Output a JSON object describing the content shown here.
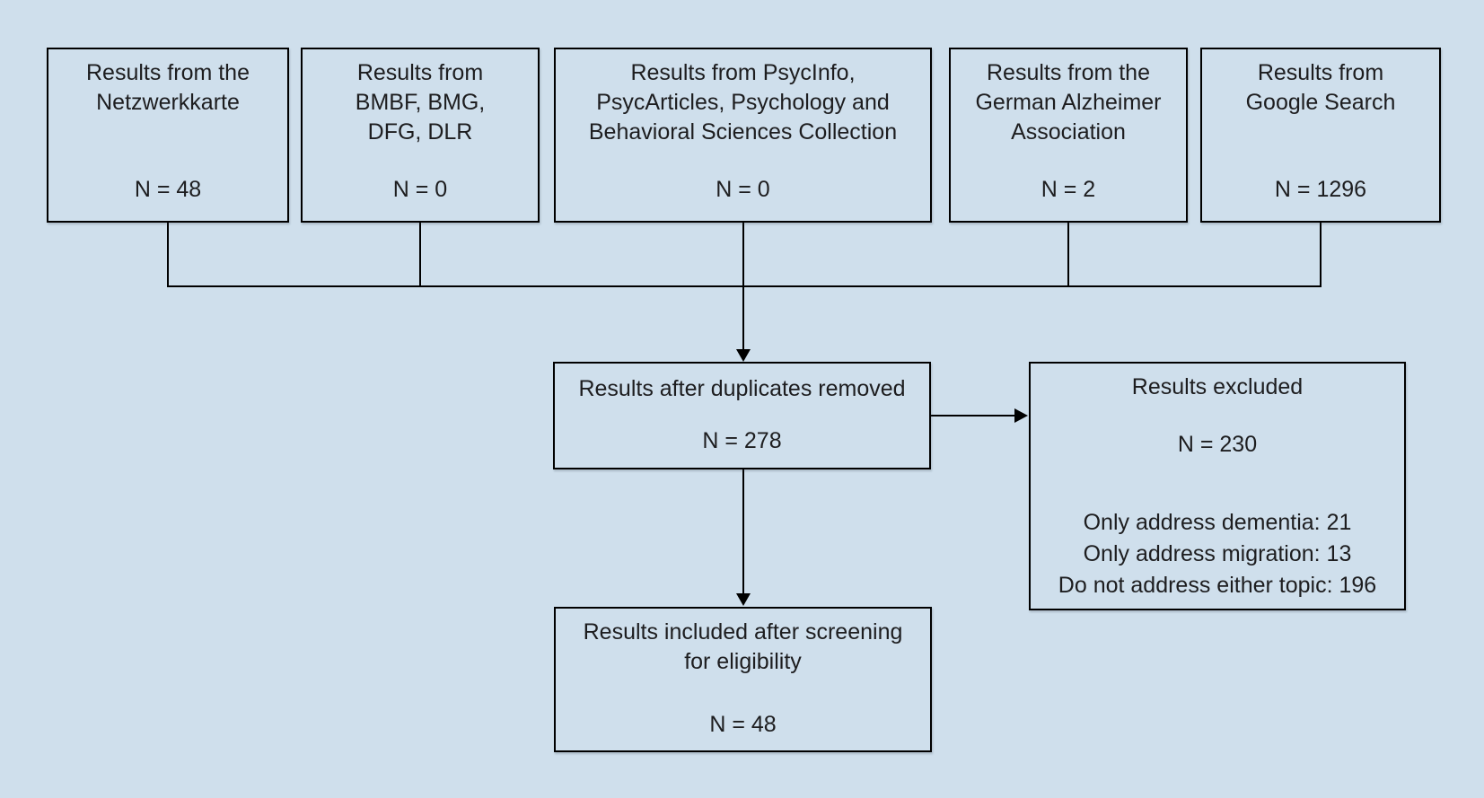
{
  "diagram": {
    "kind": "literature-screening-flowchart",
    "colors": {
      "background": "#cfdfec",
      "box_fill": "#cfdfec",
      "box_border": "#000000",
      "text": "#1d1d1f"
    },
    "sources": [
      {
        "label_lines": [
          "Results from the",
          "Netzwerkkarte"
        ],
        "n": "N = 48"
      },
      {
        "label_lines": [
          "Results from",
          "BMBF, BMG,",
          "DFG, DLR"
        ],
        "n": "N = 0"
      },
      {
        "label_lines": [
          "Results from PsycInfo,",
          "PsycArticles, Psychology and",
          "Behavioral Sciences Collection"
        ],
        "n": "N = 0"
      },
      {
        "label_lines": [
          "Results from the",
          "German Alzheimer",
          "Association"
        ],
        "n": "N = 2"
      },
      {
        "label_lines": [
          "Results from",
          "Google Search"
        ],
        "n": "N = 1296"
      }
    ],
    "after_duplicates": {
      "label_lines": [
        "Results after duplicates removed"
      ],
      "n": "N = 278"
    },
    "excluded": {
      "label_lines": [
        "Results excluded"
      ],
      "n": "N = 230",
      "reason_lines": [
        "Only address dementia: 21",
        "Only address migration: 13",
        "Do not address either topic: 196"
      ]
    },
    "included": {
      "label_lines": [
        "Results included after screening",
        "for eligibility"
      ],
      "n": "N = 48"
    }
  }
}
